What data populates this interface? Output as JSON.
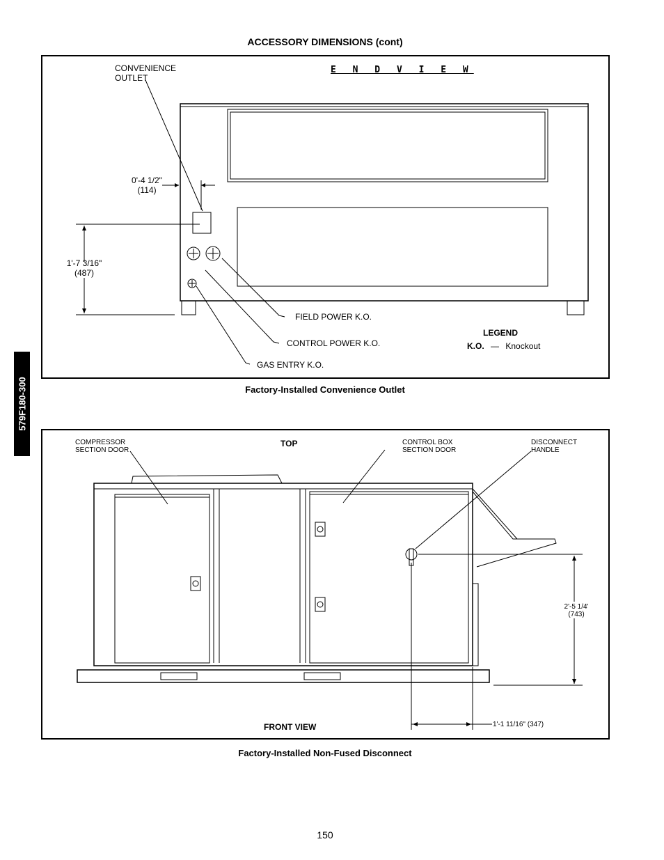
{
  "page": {
    "header": "ACCESSORY DIMENSIONS (cont)",
    "side_tab": "579F180-300",
    "page_number": "150"
  },
  "fig1": {
    "view_title": "E N D  V I E W",
    "caption": "Factory-Installed Convenience Outlet",
    "labels": {
      "convenience_outlet_1": "CONVENIENCE",
      "convenience_outlet_2": "OUTLET",
      "dim_horizontal": "0'-4 1/2\"",
      "dim_horizontal_mm": "(114)",
      "dim_vertical": "1'-7 3/16\"",
      "dim_vertical_mm": "(487)",
      "field_power": "FIELD POWER K.O.",
      "control_power": "CONTROL POWER K.O.",
      "gas_entry": "GAS ENTRY K.O."
    },
    "legend": {
      "title": "LEGEND",
      "key": "K.O.",
      "dash": "—",
      "meaning": "Knockout"
    }
  },
  "fig2": {
    "caption": "Factory-Installed Non-Fused Disconnect",
    "labels": {
      "compressor_1": "COMPRESSOR",
      "compressor_2": "SECTION DOOR",
      "top": "TOP",
      "control_box_1": "CONTROL BOX",
      "control_box_2": "SECTION DOOR",
      "disconnect_1": "DISCONNECT",
      "disconnect_2": "HANDLE",
      "dim_vertical": "2'-5 1/4'",
      "dim_vertical_mm": "(743)",
      "dim_horizontal": "1'-1 11/16\" (347)",
      "front_view": "FRONT VIEW"
    }
  }
}
